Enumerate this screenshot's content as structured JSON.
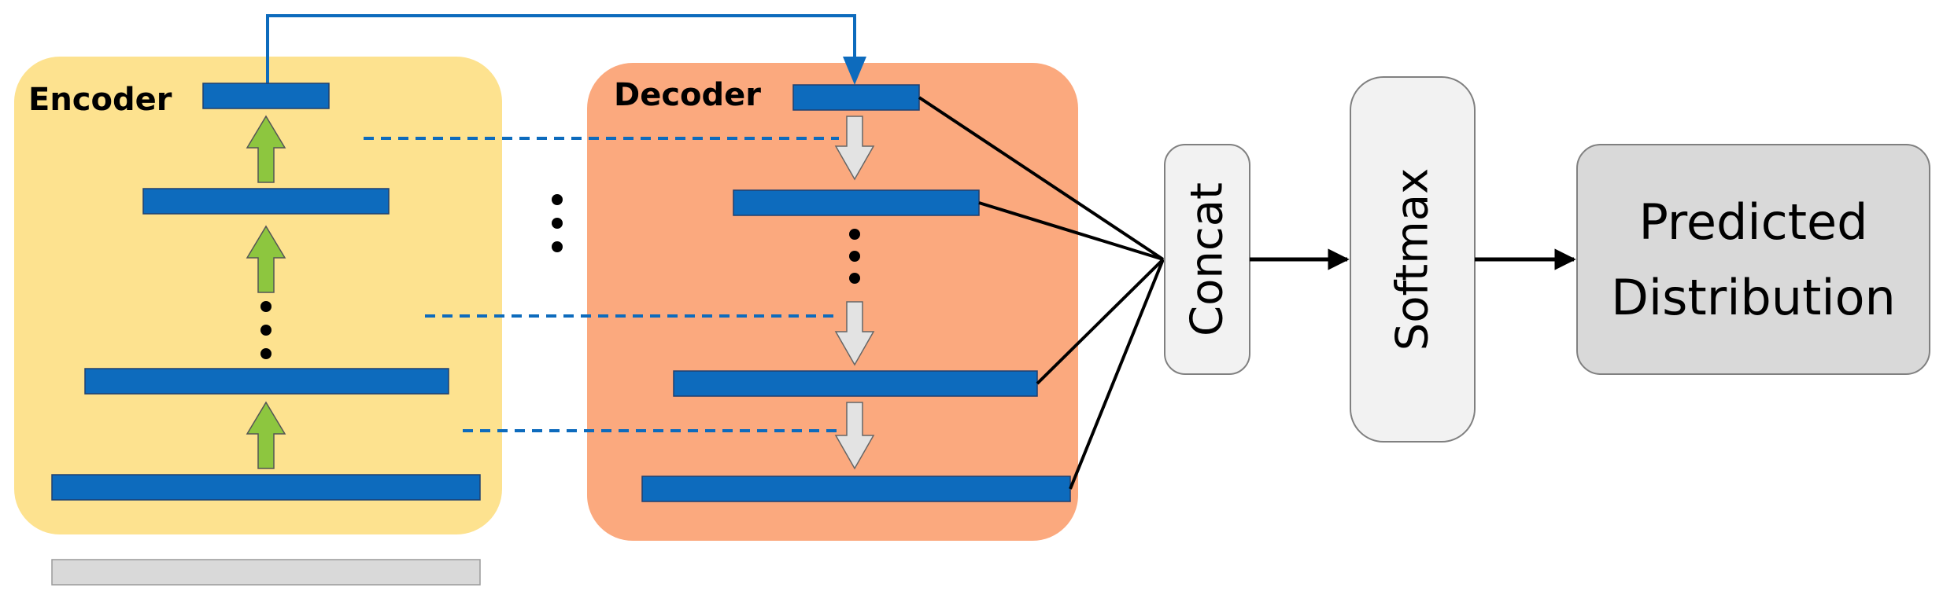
{
  "encoder": {
    "label": "Encoder"
  },
  "decoder": {
    "label": "Decoder"
  },
  "concat": {
    "label": "Concat"
  },
  "softmax": {
    "label": "Softmax"
  },
  "output": {
    "line1": "Predicted",
    "line2": "Distribution"
  },
  "colors": {
    "encoder_bg": "#fde28f",
    "decoder_bg": "#fba97e",
    "layer_bar": "#0d6bbd",
    "up_arrow": "#8dc63f",
    "down_arrow": "#e3e3e3",
    "box_light": "#f2f2f2",
    "box_output": "#d9d9d9",
    "input_bar": "#d9d9d9"
  }
}
